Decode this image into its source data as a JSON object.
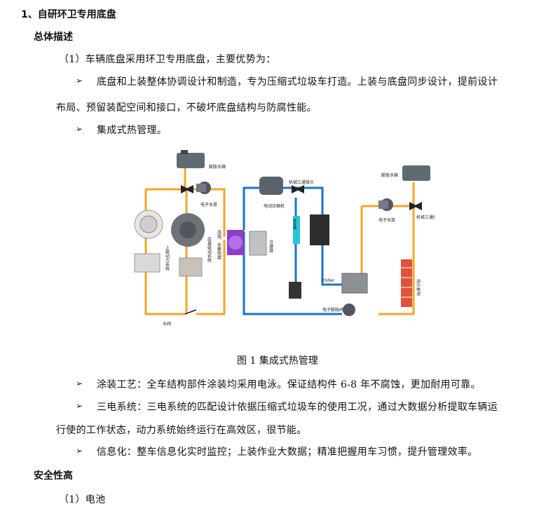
{
  "section_title": "1、自研环卫专用底盘",
  "overview_heading": "总体描述",
  "intro": "（1）车辆底盘采用环卫专用底盘，主要优势为：",
  "bullet_symbol": "➢",
  "item1_line1": "底盘和上装整体协调设计和制造，专为压缩式垃圾车打造。上装与底盘同步设计，提前设计",
  "item1_line2": "布局、预留装配空间和接口，不破坏底盘结构与防腐性能。",
  "item2": "集成式热管理。",
  "figure": {
    "caption": "图 1  集成式热管理",
    "labels": {
      "expansion_tank_left": "膨胀水箱",
      "pump_left": "电子水泵",
      "motor_system": "上装动力系统",
      "chassis_drive": "底盘驱动系统",
      "radiator": "风扇、水散热器",
      "valve": "水阀",
      "compressor": "电动压缩机",
      "three_way_mid": "机械三通接头",
      "condenser": "冷凝器",
      "evaporator": "蒸发器",
      "chiller": "Chiller",
      "expansion_valve": "电子膨胀阀",
      "expansion_tank_right": "膨胀水箱",
      "pump_right": "电子水泵",
      "three_way_right": "机械三通接头",
      "battery": "动力电池"
    }
  },
  "item3": "涂装工艺：全车结构部件涂装均采用电泳。保证结构件 6-8 年不腐蚀，更加耐用可靠。",
  "item4_line1": "三电系统：三电系统的匹配设计依据压缩式垃圾车的使用工况，通过大数据分析提取车辆运",
  "item4_line2": "行使的工作状态，动力系统始终运行在高效区，很节能。",
  "item5": "信息化：整车信息化实时监控；上装作业大数据；精准把握用车习惯，提升管理效率。",
  "safety_heading": "安全性高",
  "battery_item": "（1）电池",
  "colors": {
    "orange_pipe": "#f5a623",
    "blue_pipe": "#1a73c8",
    "battery_red": "#e0533a",
    "radiator_purple": "#8a3fc7"
  }
}
